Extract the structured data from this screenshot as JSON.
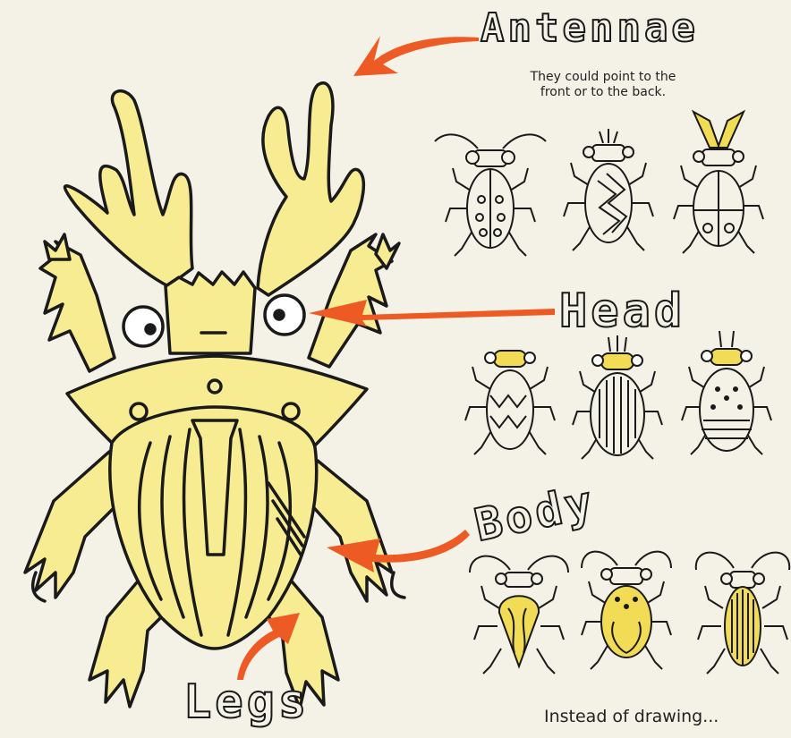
{
  "labels": {
    "antennae": "Antennae",
    "antennae_note_line1": "They could point to the",
    "antennae_note_line2": "front or to the back.",
    "head": "Head",
    "body": "Body",
    "legs": "Legs",
    "caption": "Instead of drawing..."
  },
  "colors": {
    "background": "#f4f1e6",
    "beetle_fill": "#f7ec92",
    "outline": "#1a1a1a",
    "arrow": "#ee5a24"
  }
}
